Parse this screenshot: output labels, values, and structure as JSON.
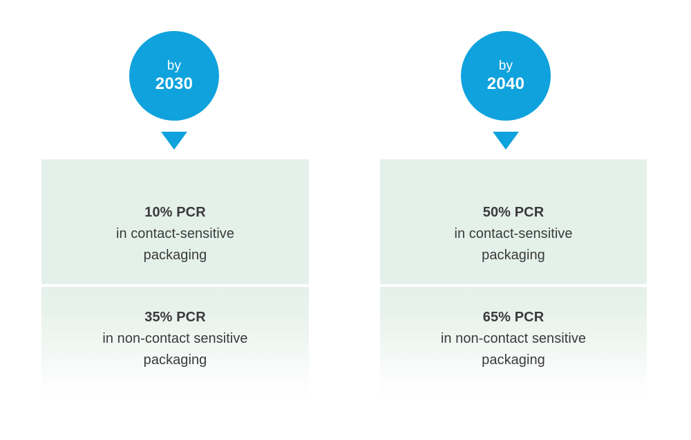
{
  "colors": {
    "bubble_blue": "#0FA2DC",
    "arrow_blue": "#0FA2DC",
    "panel_green": "#E4F1EA",
    "text_dark": "#3A3A3A",
    "background": "#FFFFFF"
  },
  "columns": [
    {
      "bubble": {
        "prefix": "by",
        "year": "2030"
      },
      "arrow_icon": "triangle-down-icon",
      "panels": [
        {
          "headline": "10% PCR",
          "line1": "in contact-sensitive",
          "line2": "packaging"
        },
        {
          "headline": "35% PCR",
          "line1": "in non-contact sensitive",
          "line2": "packaging"
        }
      ]
    },
    {
      "bubble": {
        "prefix": "by",
        "year": "2040"
      },
      "arrow_icon": "triangle-down-icon",
      "panels": [
        {
          "headline": "50% PCR",
          "line1": "in contact-sensitive",
          "line2": "packaging"
        },
        {
          "headline": "65% PCR",
          "line1": "in non-contact sensitive",
          "line2": "packaging"
        }
      ]
    }
  ]
}
